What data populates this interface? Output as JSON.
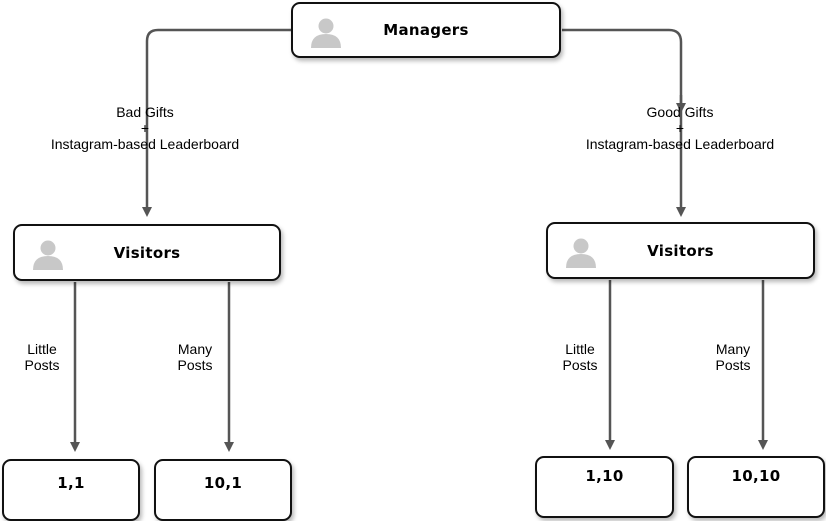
{
  "nodes": {
    "managers": "Managers",
    "visitors_left": "Visitors",
    "visitors_right": "Visitors",
    "outcome_1": "1,1",
    "outcome_2": "10,1",
    "outcome_3": "1,10",
    "outcome_4": "10,10"
  },
  "edges": {
    "left_top": [
      "Bad Gifts",
      "+",
      "Instagram-based Leaderboard"
    ],
    "right_top": [
      "Good Gifts",
      "+",
      "Instagram-based Leaderboard"
    ],
    "left_little": [
      "Little",
      "Posts"
    ],
    "left_many": [
      "Many",
      "Posts"
    ],
    "right_little": [
      "Little",
      "Posts"
    ],
    "right_many": [
      "Many",
      "Posts"
    ]
  },
  "colors": {
    "border": "#111111",
    "arrow": "#555555",
    "avatar": "#c8c8c8"
  },
  "icons": [
    "person-icon"
  ]
}
